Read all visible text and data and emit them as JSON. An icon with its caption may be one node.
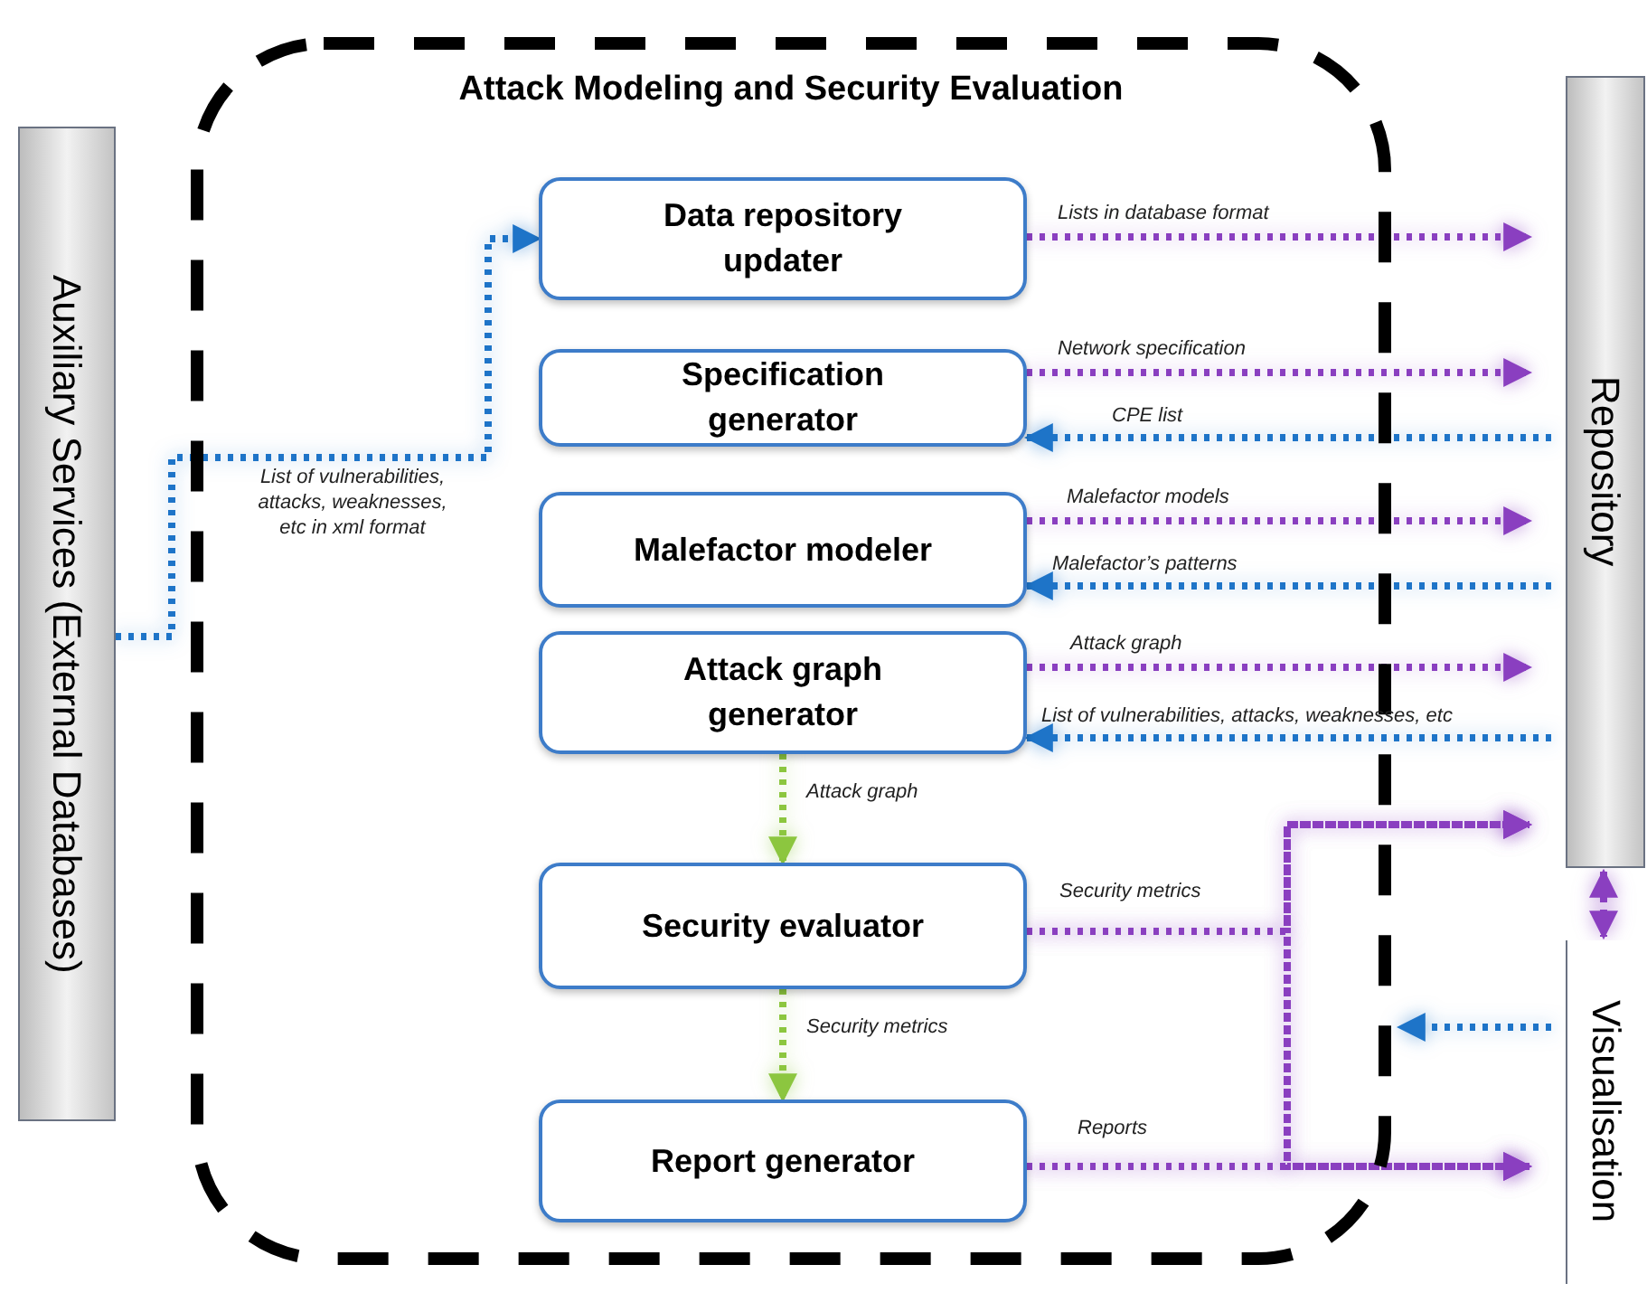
{
  "diagram": {
    "nodes": [
      {
        "text": [
          "Attack Modeling and Security Evaluation"
        ]
      },
      {
        "text": [
          "Data repository updater"
        ],
        "in": 0
      },
      {
        "text": [
          "Specification generator"
        ],
        "in": 0
      },
      {
        "text": [
          "Malefactor modeler"
        ],
        "in": 0
      },
      {
        "text": [
          "Attack graph generator"
        ],
        "in": 0
      },
      {
        "text": [
          "Security evaluator"
        ],
        "in": 0
      },
      {
        "text": [
          "Report generator"
        ],
        "in": 0
      },
      {
        "text": [
          "Auxiliary Services (External Databases)"
        ]
      },
      {
        "text": [
          "Repository"
        ]
      },
      {
        "text": [
          "Visualisation"
        ]
      }
    ],
    "edges": [
      {
        "from": 7,
        "to": 1,
        "arrow": "to",
        "label": "List of vulnerabilities, attacks, weaknesses, etc in xml format",
        "color": "#1e74c8"
      },
      {
        "from": 1,
        "to": 8,
        "arrow": "to",
        "label": "Lists in database format"
      },
      {
        "from": 2,
        "to": 8,
        "arrow": "to",
        "label": "Network specification"
      },
      {
        "from": 8,
        "to": 2,
        "arrow": "to",
        "label": "CPE list",
        "color": "#1e74c8"
      },
      {
        "from": 3,
        "to": 8,
        "arrow": "to",
        "label": "Malefactor models"
      },
      {
        "from": 8,
        "to": 3,
        "arrow": "to",
        "label": "Malefactor’s patterns",
        "color": "#1e74c8"
      },
      {
        "from": 4,
        "to": 8,
        "arrow": "to",
        "label": "Attack graph"
      },
      {
        "from": 8,
        "to": 4,
        "arrow": "to",
        "label": "List of vulnerabilities, attacks, weaknesses, etc",
        "color": "#1e74c8"
      },
      {
        "from": 4,
        "to": 5,
        "arrow": "to",
        "label": "Attack graph",
        "color": "#8cc63f"
      },
      {
        "from": 5,
        "to": 6,
        "arrow": "to",
        "label": "Security metrics",
        "color": "#8cc63f"
      },
      {
        "from": 5,
        "to": 8,
        "arrow": "to",
        "label": "Security metrics"
      },
      {
        "from": 5,
        "to": 9,
        "arrow": "to"
      },
      {
        "from": 6,
        "to": 8,
        "arrow": "to"
      },
      {
        "from": 6,
        "to": 9,
        "arrow": "to",
        "label": "Reports"
      },
      {
        "from": 8,
        "to": 9,
        "arrow": "both"
      },
      {
        "from": 9,
        "to": 0,
        "arrow": "to",
        "color": "#1e74c8"
      }
    ]
  }
}
